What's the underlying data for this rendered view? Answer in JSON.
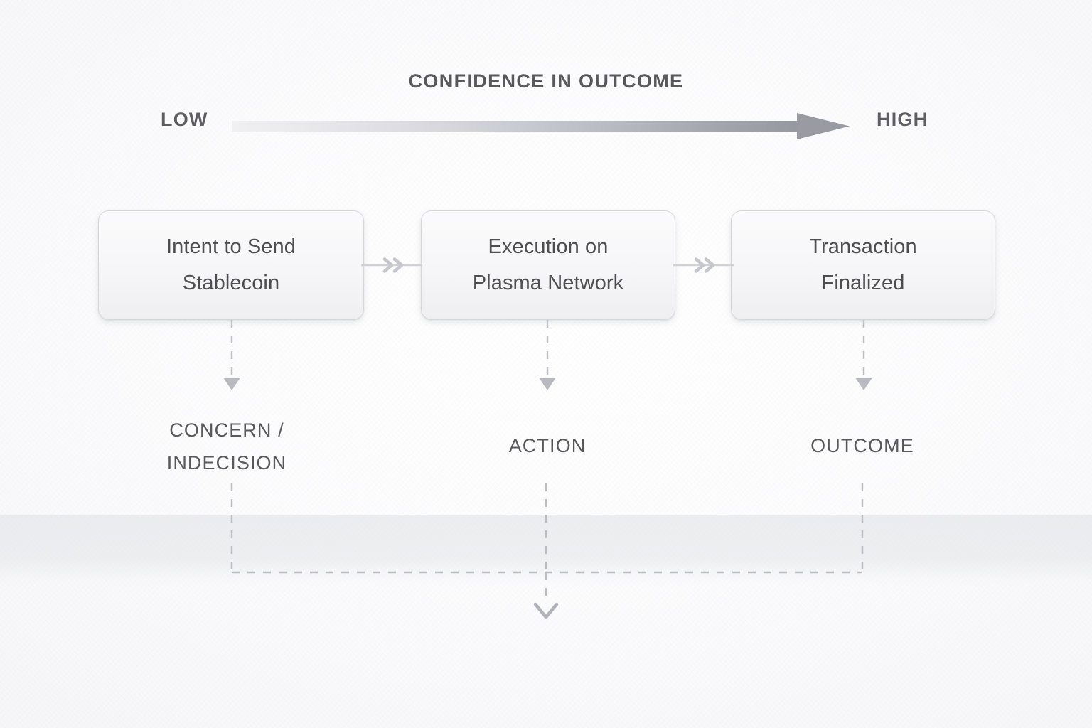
{
  "header": {
    "title": "CONFIDENCE IN OUTCOME",
    "scale_low": "LOW",
    "scale_high": "HIGH",
    "arrow_icon": "gradient-right-arrow"
  },
  "stages": [
    {
      "id": "intent",
      "label": "Intent to Send\nStablecoin",
      "category": "CONCERN /\nINDECISION"
    },
    {
      "id": "execution",
      "label": "Execution on\nPlasma Network",
      "category": "ACTION"
    },
    {
      "id": "finalized",
      "label": "Transaction\nFinalized",
      "category": "OUTCOME"
    }
  ],
  "connectors": [
    {
      "icon": "double-chevron-right-icon"
    },
    {
      "icon": "double-chevron-right-icon"
    }
  ],
  "drops": [
    {
      "icon": "dashed-down-arrow-icon"
    },
    {
      "icon": "dashed-down-arrow-icon"
    },
    {
      "icon": "dashed-down-arrow-icon"
    }
  ],
  "bracket": {
    "icon": "dashed-convergence-bracket-icon",
    "terminal_icon": "chevron-down-icon"
  },
  "colors": {
    "background": "#fbfbfc",
    "text_primary": "#4d4d52",
    "text_heading": "#57575c",
    "box_border": "#d6d6db",
    "box_fill_top": "#fbfbfc",
    "box_fill_bottom": "#efeff2",
    "arrow_gradient_start": "#eeeef0",
    "arrow_gradient_end": "#93939a",
    "connector_line": "#cfcfd5",
    "dashed_line": "#bcbcc3",
    "band": "#e3e4e8"
  }
}
